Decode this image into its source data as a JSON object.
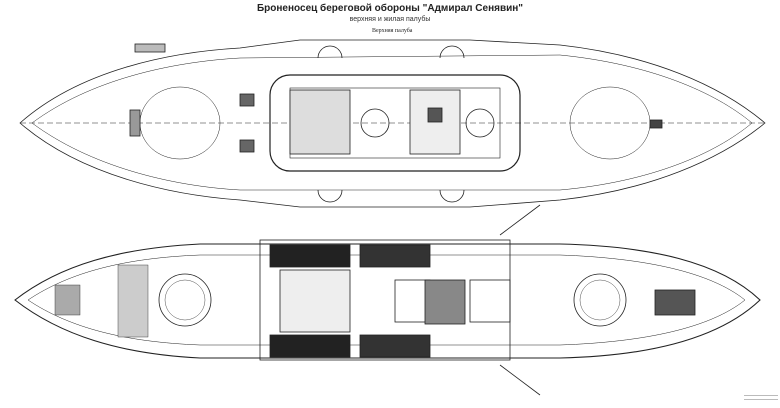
{
  "title": "Броненосец береговой обороны \"Адмирал Сенявин\"",
  "subtitle": "верхняя и жилая палубы",
  "deck_label": "Верхняя палуба"
}
